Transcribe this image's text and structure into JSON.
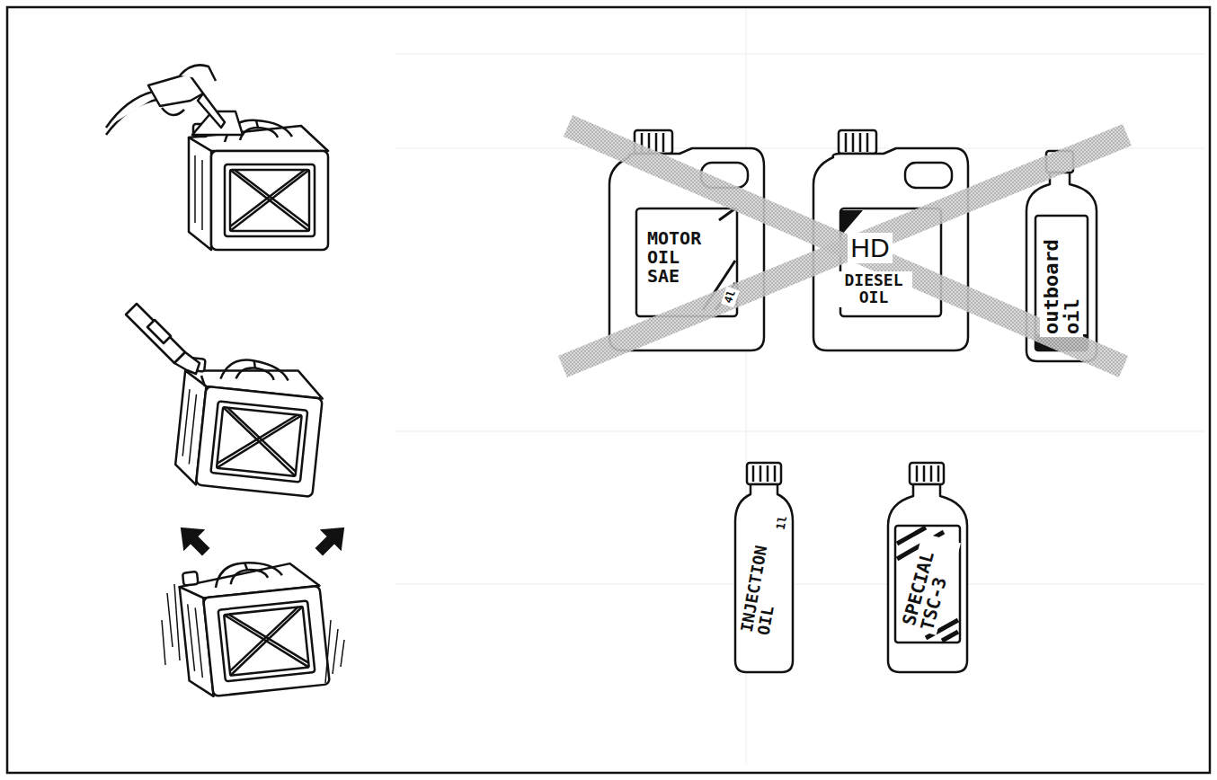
{
  "diagram": {
    "labels": [
      "MOTOR OIL SAE",
      "4l",
      "HD",
      "DIESEL OIL",
      "outboard oil",
      "INJECTION OIL",
      "1l",
      "SPECIAL TSC-3"
    ]
  }
}
